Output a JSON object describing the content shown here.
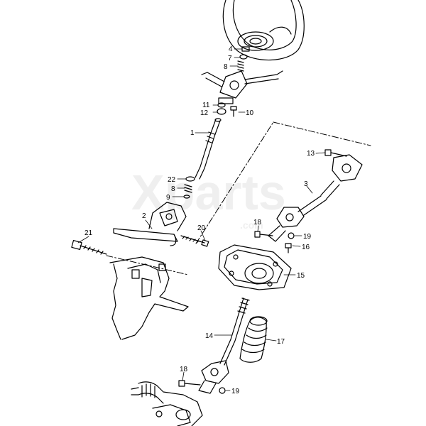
{
  "watermark": {
    "text": "Xparts",
    "suffix": ".com"
  },
  "callouts": {
    "p1": "1",
    "p2": "2",
    "p3": "3",
    "p4": "4",
    "p7": "7",
    "p8a": "8",
    "p8b": "8",
    "p9": "9",
    "p10": "10",
    "p11": "11",
    "p12": "12",
    "p13": "13",
    "p14": "14",
    "p15": "15",
    "p16": "16",
    "p17": "17",
    "p18a": "18",
    "p18b": "18",
    "p19a": "19",
    "p19b": "19",
    "p20": "20",
    "p21": "21",
    "p22": "22"
  }
}
